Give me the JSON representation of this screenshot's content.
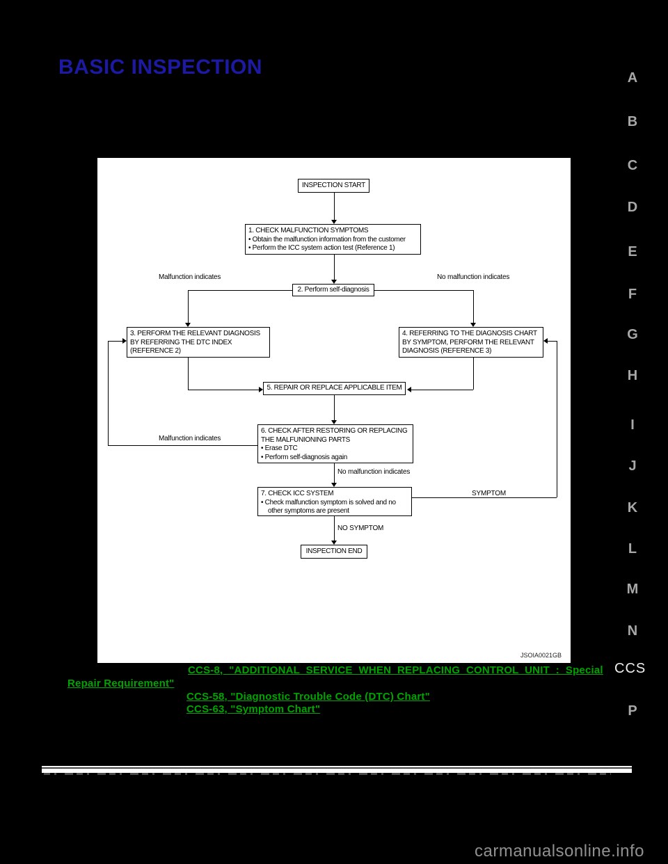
{
  "page": {
    "title": "BASIC INSPECTION",
    "watermark": "carmanualsonline.info"
  },
  "sidebar": {
    "letters": [
      "A",
      "B",
      "C",
      "D",
      "E",
      "F",
      "G",
      "H",
      "I",
      "J",
      "K",
      "L",
      "M",
      "N"
    ],
    "section_code": "CCS",
    "letter_p": "P"
  },
  "flowchart": {
    "figure_id": "JSOIA0021GB",
    "start_label": "INSPECTION START",
    "end_label": "INSPECTION END",
    "step1": {
      "line1": "1. CHECK MALFUNCTION SYMPTOMS",
      "line2": "• Obtain the malfunction information from the customer",
      "line3": "• Perform the ICC system action test (Reference 1)"
    },
    "step2_label": "2. Perform self-diagnosis",
    "step3": {
      "line1": "3. PERFORM THE RELEVANT DIAGNOSIS",
      "line2": "BY REFERRING THE DTC INDEX",
      "line3": "(REFERENCE 2)"
    },
    "step4": {
      "line1": "4. REFERRING TO THE DIAGNOSIS CHART",
      "line2": "BY SYMPTOM, PERFORM THE RELEVANT",
      "line3": "DIAGNOSIS (REFERENCE 3)"
    },
    "step5_label": "5. REPAIR OR REPLACE APPLICABLE ITEM",
    "step6": {
      "line1": "6. CHECK AFTER RESTORING OR REPLACING",
      "line2": "THE MALFUNIONING PARTS",
      "line3": "• Erase DTC",
      "line4": "• Perform self-diagnosis again"
    },
    "step7": {
      "line1": "7. CHECK ICC SYSTEM",
      "line2": "• Check malfunction symptom is solved and no",
      "line3": "other symptoms are present"
    },
    "labels": {
      "malfunction_left": "Malfunction indicates",
      "no_malfunction_right": "No malfunction indicates",
      "malfunction_feedback": "Malfunction indicates",
      "no_malfunction_down": "No malfunction indicates",
      "symptom": "SYMPTOM",
      "no_symptom": "NO SYMPTOM"
    }
  },
  "references": {
    "ref1_line1": "CCS-8, \"ADDITIONAL SERVICE WHEN REPLACING CONTROL UNIT : Special",
    "ref1_line2": "Repair Requirement\"",
    "ref2": "CCS-58, \"Diagnostic Trouble Code (DTC) Chart\"",
    "ref3": "CCS-63, \"Symptom Chart\""
  },
  "colors": {
    "title_blue": "#1c1aa3",
    "link_green": "#00a400",
    "nav_gray": "#a8a8a8"
  }
}
